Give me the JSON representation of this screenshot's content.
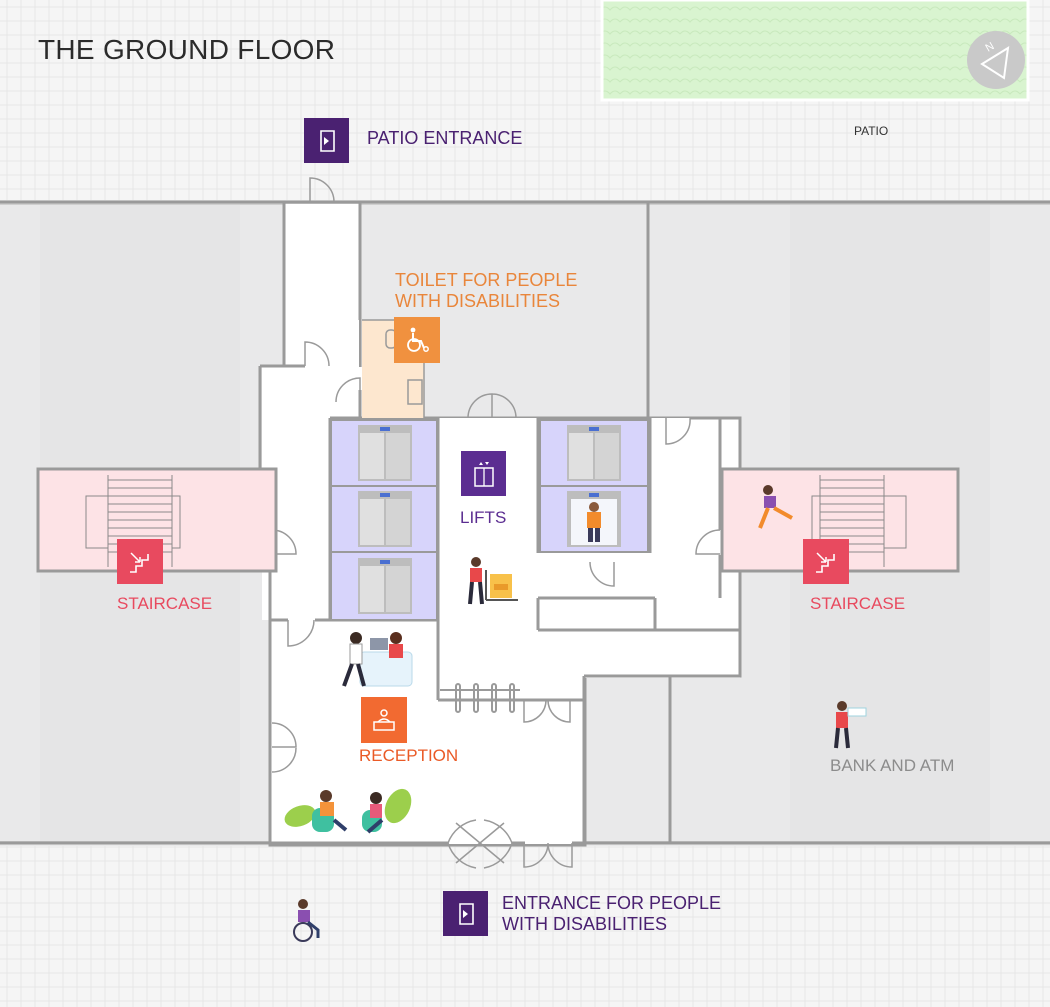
{
  "title": "THE GROUND FLOOR",
  "labels": {
    "patio_entrance": "PATIO ENTRANCE",
    "patio": "PATIO",
    "toilet_line1": "TOILET FOR PEOPLE",
    "toilet_line2": "WITH DISABILITIES",
    "lifts": "LIFTS",
    "staircase_left": "STAIRCASE",
    "staircase_right": "STAIRCASE",
    "reception": "RECEPTION",
    "bank_atm": "BANK AND ATM",
    "entrance_line1": "ENTRANCE FOR PEOPLE",
    "entrance_line2": "WITH DISABILITIES"
  },
  "compass": {
    "letter": "N"
  },
  "icons": {
    "patio_entrance": "door-exit-icon",
    "toilet": "wheelchair-icon",
    "lifts": "lift-icon",
    "staircase": "staircase-icon",
    "reception": "reception-desk-icon",
    "entrance": "door-exit-icon"
  },
  "colors": {
    "purple": "#4a2171",
    "orange": "#f0913f",
    "staircase_red": "#e84a5f",
    "staircase_fill": "#fde3e6",
    "lift_fill": "#d7d4fb",
    "toilet_fill": "#fde7cf",
    "patio_green": "#d8f3cf",
    "reception_orange": "#f26a31",
    "wall": "#9a9a9a"
  }
}
